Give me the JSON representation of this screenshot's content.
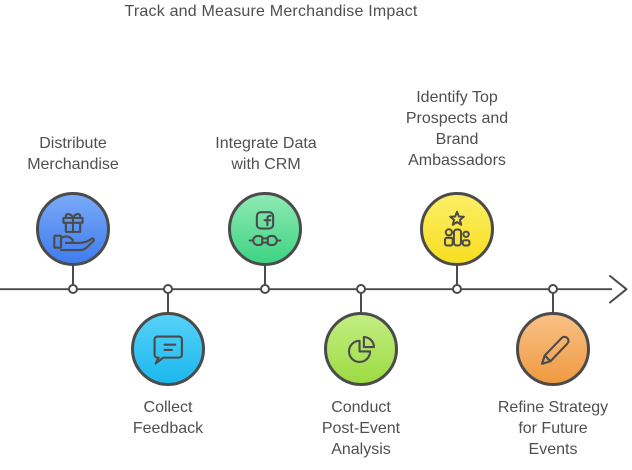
{
  "title": "Track and Measure Merchandise Impact",
  "theme": {
    "background": "#ffffff",
    "line_color": "#4b4b4b",
    "text_color": "#4f4f4f"
  },
  "timeline": {
    "direction": "left-to-right",
    "arrow": "right-chevron"
  },
  "nodes": [
    {
      "label": "Distribute\nMerchandise",
      "side": "above",
      "icon": "gift-hand-icon",
      "gradient_top": "#79aaf7",
      "gradient_bottom": "#3f7cee"
    },
    {
      "label": "Collect\nFeedback",
      "side": "below",
      "icon": "chat-bubble-icon",
      "gradient_top": "#55d2f8",
      "gradient_bottom": "#1cb8ee"
    },
    {
      "label": "Integrate Data\nwith CRM",
      "side": "above",
      "icon": "facebook-plug-icon",
      "gradient_top": "#8fe9b3",
      "gradient_bottom": "#3ed484"
    },
    {
      "label": "Conduct\nPost-Event\nAnalysis",
      "side": "below",
      "icon": "pie-chart-icon",
      "gradient_top": "#c3ee82",
      "gradient_bottom": "#9ddb43"
    },
    {
      "label": "Identify Top\nProspects and\nBrand\nAmbassadors",
      "side": "above",
      "icon": "star-people-icon",
      "gradient_top": "#fcee67",
      "gradient_bottom": "#f8df20"
    },
    {
      "label": "Refine Strategy\nfor Future\nEvents",
      "side": "below",
      "icon": "pencil-icon",
      "gradient_top": "#f9c186",
      "gradient_bottom": "#ef9a41"
    }
  ]
}
